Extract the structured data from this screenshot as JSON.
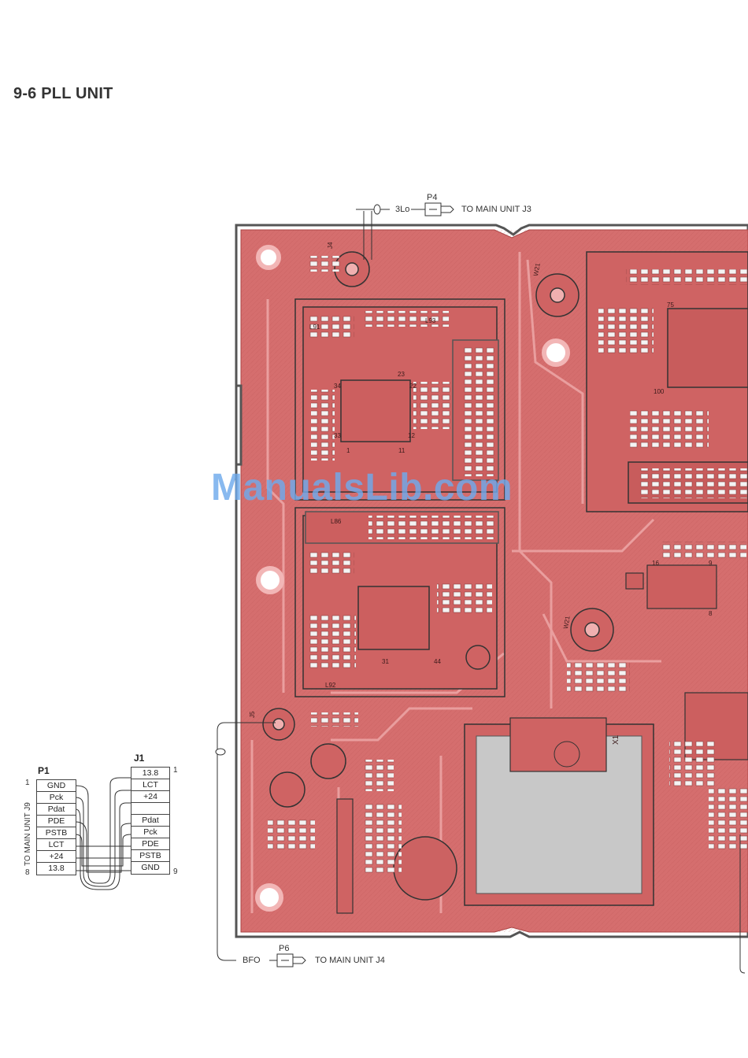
{
  "page": {
    "title": "9-6 PLL UNIT",
    "watermark": "ManualsLib.com"
  },
  "connectors": {
    "p4": {
      "name": "P4",
      "signal": "3Lo",
      "dest": "TO MAIN UNIT J3"
    },
    "p6": {
      "name": "P6",
      "signal": "BFO",
      "dest": "TO MAIN UNIT J4"
    },
    "p1": {
      "name": "P1",
      "dest": "TO MAIN UNIT J9",
      "first_pin": "1",
      "last_pin": "8",
      "pins": [
        "GND",
        "Pck",
        "Pdat",
        "PDE",
        "PSTB",
        "LCT",
        "+24",
        "13.8"
      ]
    },
    "j1": {
      "name": "J1",
      "first_pin": "1",
      "last_pin": "9",
      "pins": [
        "13.8",
        "LCT",
        "+24",
        "",
        "Pdat",
        "Pck",
        "PDE",
        "PSTB",
        "GND"
      ]
    }
  },
  "board": {
    "colors": {
      "base": "#d56e6e",
      "trace": "#e8a0a0",
      "border": "#555555",
      "shield": "#c8c8c8"
    },
    "labels": {
      "j4": "J4",
      "w21a": "W21",
      "w21b": "W21",
      "j5": "J5",
      "x1": "X1",
      "l86": "L86",
      "l91": "L91",
      "l92": "L92",
      "l93": "L93",
      "pin34": "34",
      "pin33": "33",
      "pin22": "22",
      "pin23": "23",
      "pin12": "12",
      "pin11": "11",
      "pin44": "44",
      "pin1": "1",
      "pin31": "31",
      "pin75": "75",
      "pin100": "100",
      "pin16": "16",
      "pin9": "9",
      "pin8": "8"
    }
  }
}
